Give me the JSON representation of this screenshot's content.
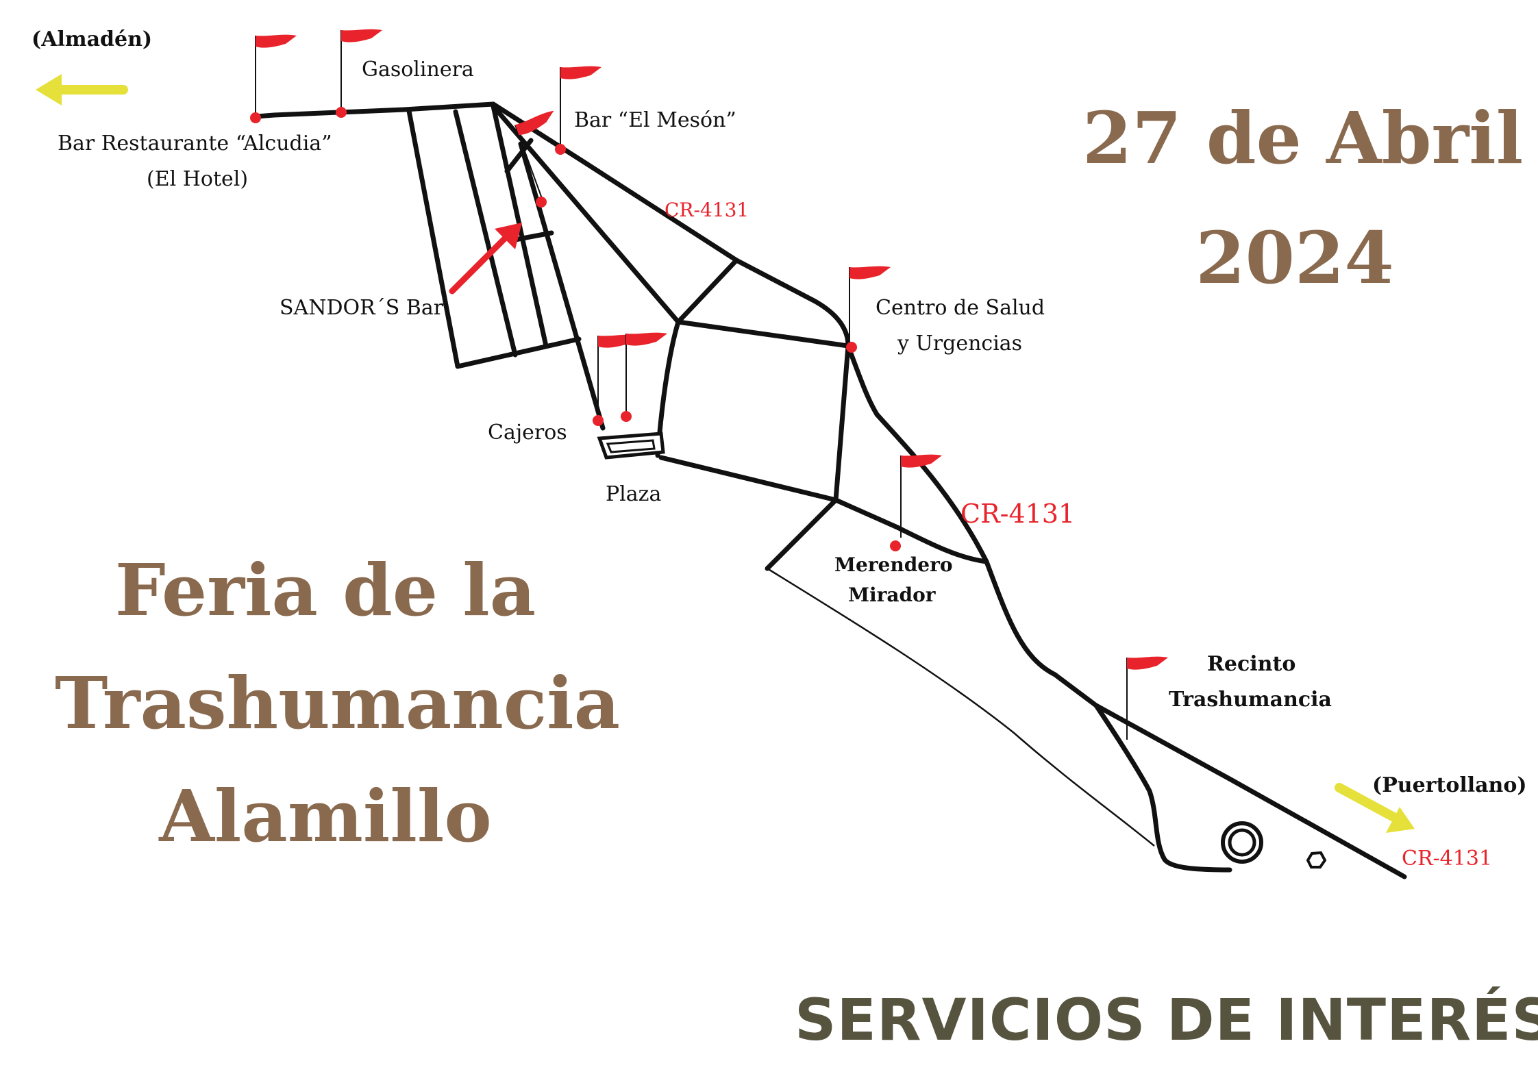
{
  "colors": {
    "road": "#111111",
    "flag": "#e8232b",
    "marker": "#e8232b",
    "direction_arrow": "#e6e03a",
    "highlight_arrow": "#e8232b",
    "title": "#8a6a4e",
    "footer": "#56543f"
  },
  "directions": {
    "west": "(Almadén)",
    "east": "(Puertollano)"
  },
  "places": {
    "bar_alcudia_1": "Bar Restaurante “Alcudia”",
    "bar_alcudia_2": "(El Hotel)",
    "gasolinera": "Gasolinera",
    "bar_meson": "Bar “El Mesón”",
    "sandors": "SANDOR´S Bar",
    "cajeros": "Cajeros",
    "plaza": "Plaza",
    "centro_salud_1": "Centro de Salud",
    "centro_salud_2": "y Urgencias",
    "merendero_1": "Merendero",
    "merendero_2": "Mirador",
    "recinto_1": "Recinto",
    "recinto_2": "Trashumancia"
  },
  "roads": {
    "north": "CR-4131",
    "middle": "CR-4131",
    "east": "CR-4131"
  },
  "date": {
    "line1": "27 de Abril",
    "line2": "2024"
  },
  "event": {
    "line1": "Feria de la",
    "line2": "Trashumancia",
    "line3": "Alamillo"
  },
  "footer": "SERVICIOS DE INTERÉS",
  "icons": [
    "flag-icon",
    "location-dot-icon",
    "direction-arrow-icon",
    "roundabout-icon"
  ]
}
